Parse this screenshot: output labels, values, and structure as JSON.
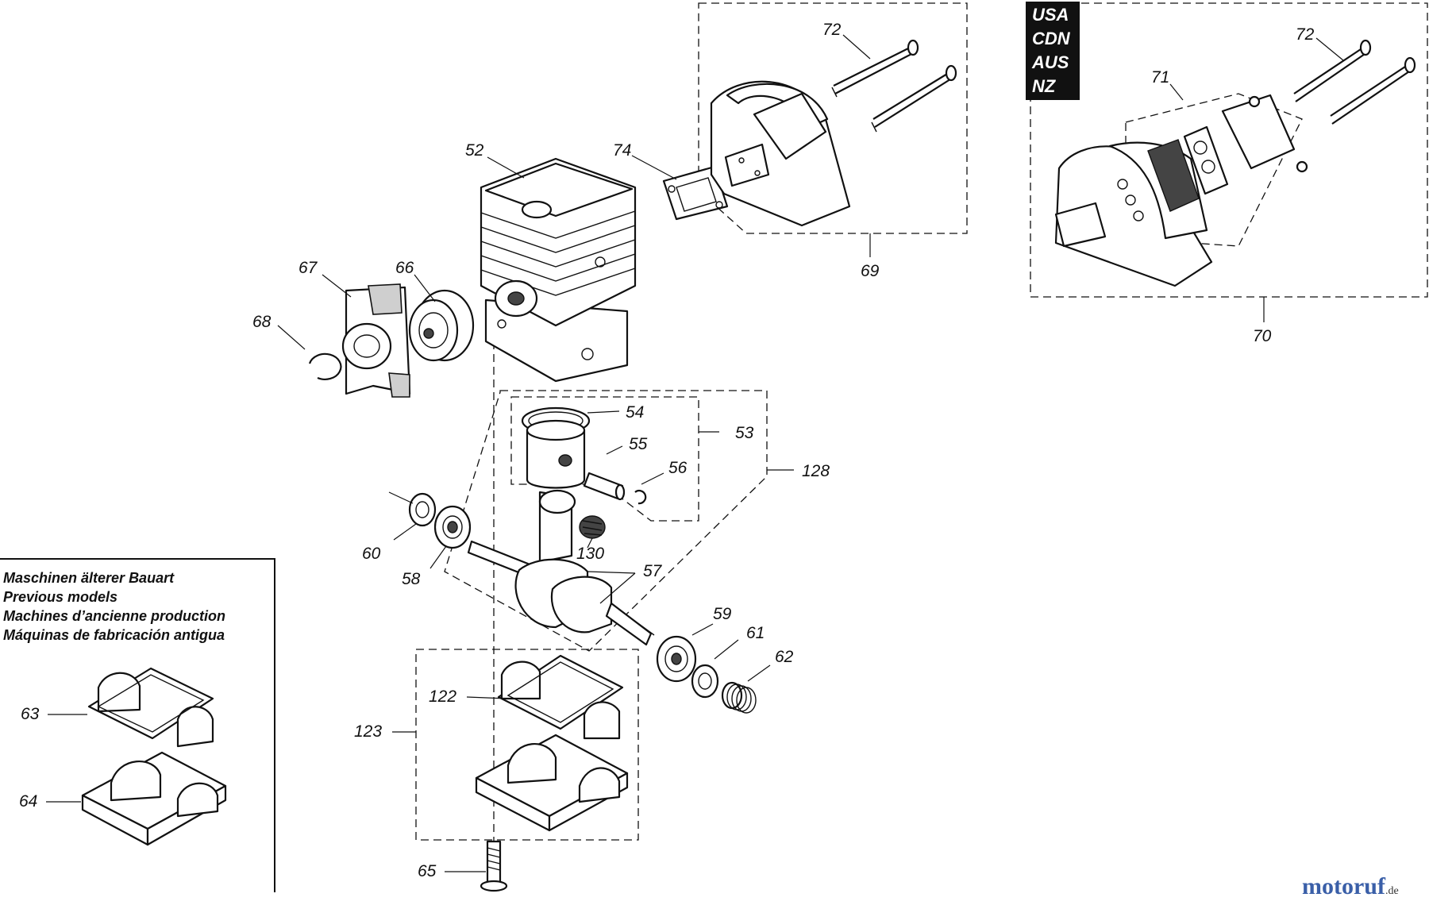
{
  "labels": {
    "l52": "52",
    "l53": "53",
    "l54": "54",
    "l55": "55",
    "l56": "56",
    "l57": "57",
    "l58": "58",
    "l59": "59",
    "l60": "60",
    "l61": "61",
    "l62": "62",
    "l63": "63",
    "l64": "64",
    "l65": "65",
    "l66": "66",
    "l67": "67",
    "l68": "68",
    "l69": "69",
    "l70": "70",
    "l71": "71",
    "l72a": "72",
    "l72b": "72",
    "l74": "74",
    "l122": "122",
    "l123": "123",
    "l128": "128",
    "l130": "130"
  },
  "region_box": {
    "lines": [
      "USA",
      "CDN",
      "AUS",
      "NZ"
    ],
    "background": "#111111",
    "text_color": "#ffffff"
  },
  "previous_models_note": {
    "lines": [
      "Maschinen älterer Bauart",
      "Previous models",
      "Machines d’ancienne production",
      "Máquinas de fabricación antigua"
    ]
  },
  "watermark": {
    "main": "motoruf",
    "suffix": ".de",
    "color_a": "#3a5fa8",
    "color_b": "#e07a1f"
  }
}
